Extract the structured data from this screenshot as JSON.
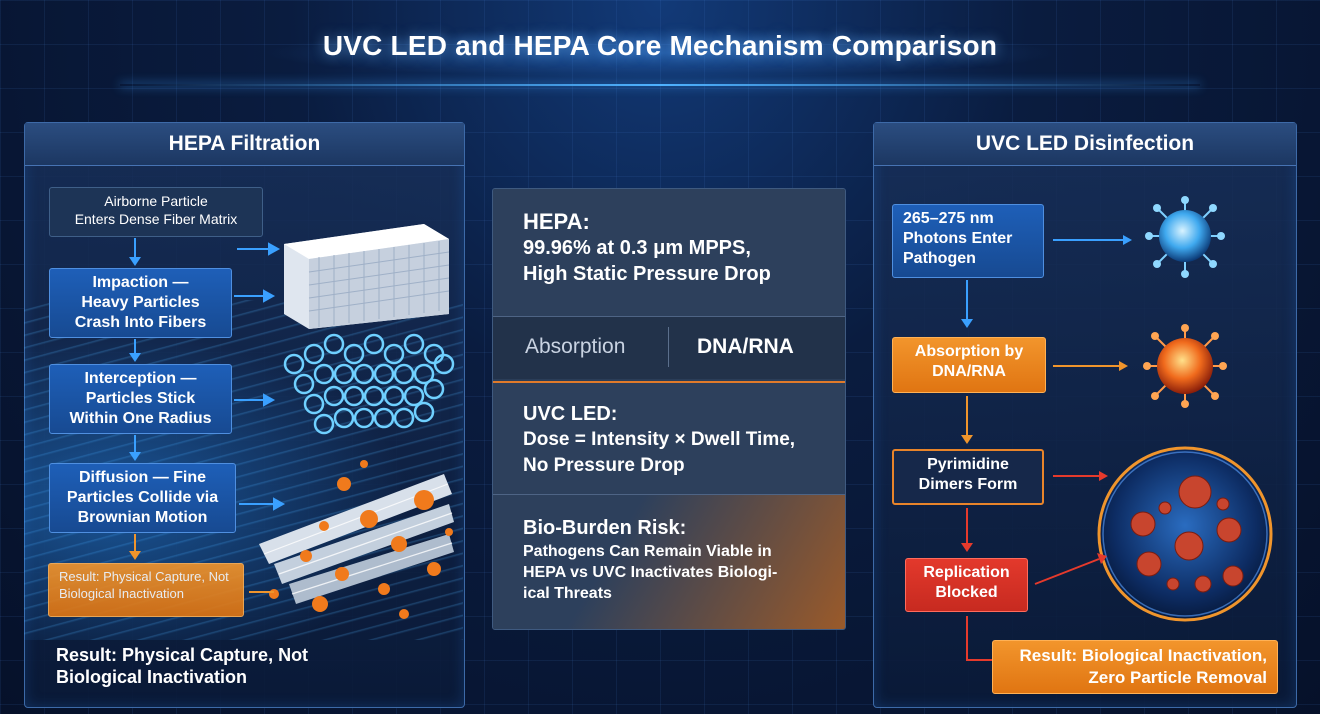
{
  "title": "UVC LED and HEPA Core Mechanism Comparison",
  "hepa_panel": {
    "heading": "HEPA Filtration",
    "steps": [
      {
        "line1": "Airborne Particle",
        "line2": "Enters Dense Fiber Matrix"
      },
      {
        "line1": "Impaction —",
        "line2": "Heavy Particles",
        "line3": "Crash Into Fibers"
      },
      {
        "line1": "Interception —",
        "line2": "Particles Stick",
        "line3": "Within One Radius"
      },
      {
        "line1": "Diffusion — Fine",
        "line2": "Particles Collide via",
        "line3": "Brownian Motion"
      }
    ],
    "garbled_result": {
      "line1": "Result: Physical Capture, Not",
      "line2": "Biological Inactivation"
    },
    "result": {
      "line1": "Result: Physical Capture, Not",
      "line2": "Biological Inactivation"
    }
  },
  "uvc_panel": {
    "heading": "UVC LED Disinfection",
    "steps": [
      {
        "line1": "265–275 nm",
        "line2": "Photons Enter",
        "line3": "Pathogen"
      },
      {
        "line1": "Absorption by",
        "line2": "DNA/RNA"
      },
      {
        "line1": "Pyrimidine",
        "line2": "Dimers Form"
      },
      {
        "line1": "Replication",
        "line2": "Blocked"
      }
    ],
    "result": {
      "line1": "Result: Biological Inactivation,",
      "line2": "Zero Particle Removal"
    }
  },
  "center": {
    "hepa_heading": "HEPA:",
    "hepa_line1": "99.96% at 0.3 μm MPPS,",
    "hepa_line2": "High Static Pressure Drop",
    "split_left": "Absorption",
    "split_right": "DNA/RNA",
    "uvc_heading": "UVC LED:",
    "uvc_line1": "Dose = Intensity × Dwell Time,",
    "uvc_line2": "No Pressure Drop",
    "risk_heading": "Bio-Burden Risk:",
    "risk_line1": "Pathogens Can Remain Viable in",
    "risk_line2": "HEPA vs UVC Inactivates Biologi-",
    "risk_line3": "ical Threats"
  },
  "colors": {
    "accent_blue": "#3aa0ff",
    "accent_orange": "#f0952c",
    "accent_red": "#e53a2c"
  }
}
